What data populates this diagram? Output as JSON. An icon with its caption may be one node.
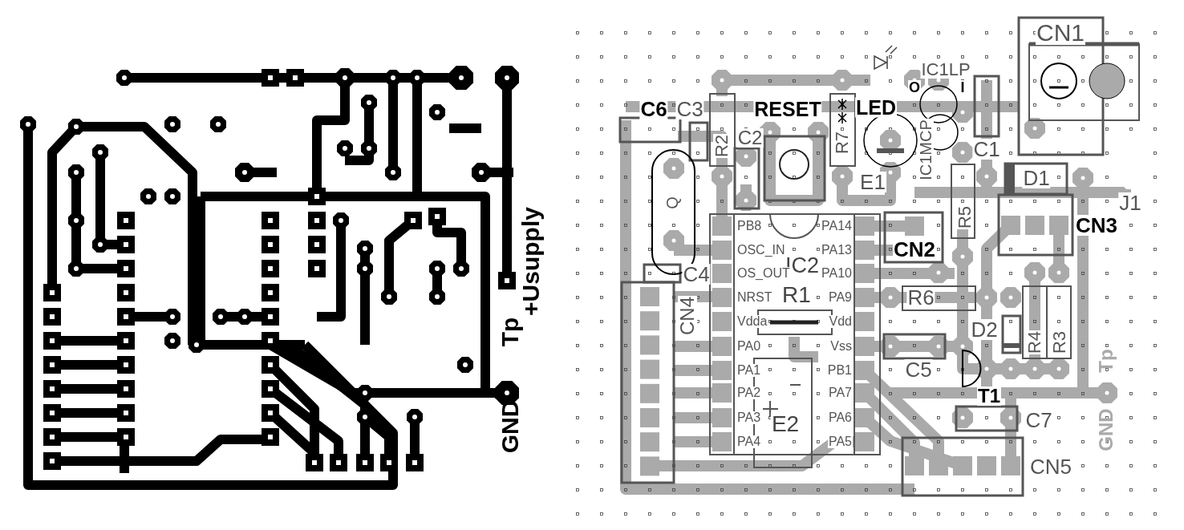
{
  "diagram": {
    "labels": [
      "+Usupply",
      "Tp",
      "GND",
      "CN1",
      "IC1LP",
      "O",
      "I",
      "C6",
      "C3",
      "RESET",
      "LED",
      "R2",
      "C2",
      "R7",
      "IC1MCP",
      "C1",
      "E1",
      "D1",
      "Q",
      "J1",
      "R5",
      "CN3",
      "PB8",
      "PA14",
      "OSC_IN",
      "PA13",
      "CN2",
      "IC2",
      "C4",
      "OS_OUT",
      "PA10",
      "NRST",
      "R1",
      "PA9",
      "R6",
      "CN4",
      "Vdda",
      "Vdd",
      "D2",
      "R4",
      "R3",
      "PA0",
      "Vss",
      "Tp",
      "C5",
      "PA1",
      "PB1",
      "PA2",
      "PA7",
      "T1",
      "PA3",
      "E2",
      "PA6",
      "C7",
      "GND",
      "PA4",
      "PA5",
      "CN5"
    ]
  }
}
